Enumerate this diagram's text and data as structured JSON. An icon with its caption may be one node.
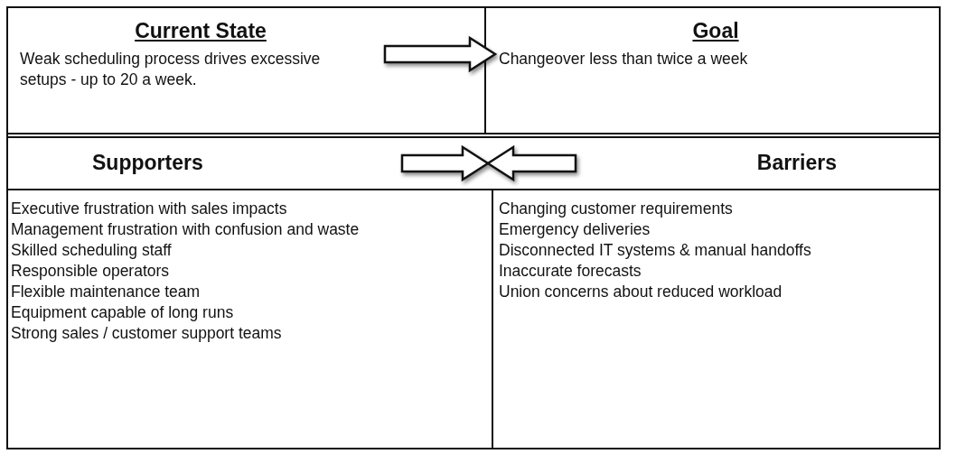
{
  "diagram": {
    "nodes": [
      {
        "text": [
          "Current State",
          "Weak scheduling process drives excessive setups - up to 20 a week."
        ]
      },
      {
        "text": [
          "Goal",
          "Changeover less than twice a week"
        ]
      },
      {
        "text": [
          "Supporters",
          "Executive frustration with sales impacts",
          "Management frustration with confusion and waste",
          "Skilled scheduling staff",
          "Responsible operators",
          "Flexible maintenance team",
          "Equipment capable of long runs",
          "Strong sales / customer support teams"
        ]
      },
      {
        "text": [
          "Barriers",
          "Changing customer requirements",
          "Emergency deliveries",
          "Disconnected IT systems & manual handoffs",
          "Inaccurate forecasts",
          "Union concerns about reduced workload"
        ]
      }
    ],
    "edges": [
      {
        "from": 0,
        "to": 1,
        "arrow": "to"
      }
    ]
  }
}
